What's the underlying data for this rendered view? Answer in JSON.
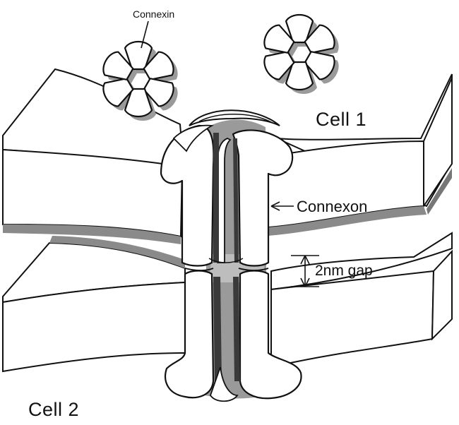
{
  "labels": {
    "connexin": "Connexin",
    "cell1": "Cell  1",
    "cell2": "Cell  2",
    "connexon": "Connexon",
    "gap": "2nm gap"
  }
}
